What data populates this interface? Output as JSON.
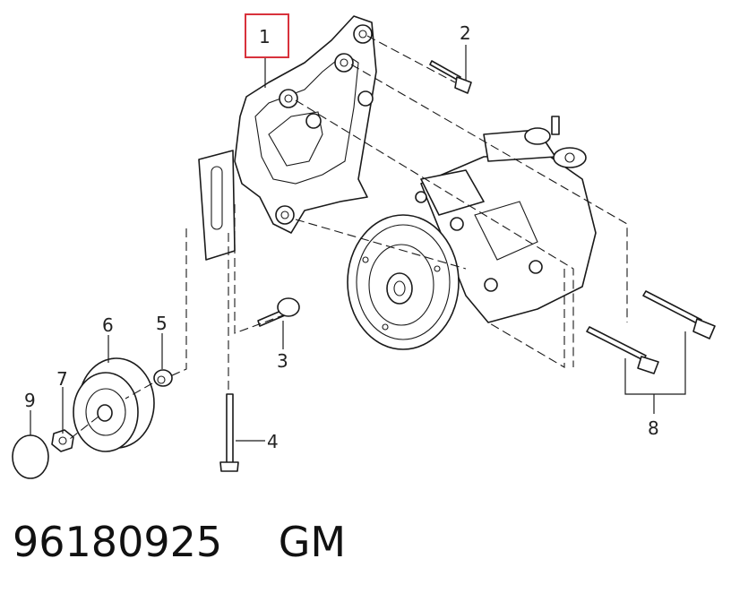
{
  "callouts": [
    {
      "id": "1",
      "label": "1",
      "highlighted": true
    },
    {
      "id": "2",
      "label": "2"
    },
    {
      "id": "3",
      "label": "3"
    },
    {
      "id": "4",
      "label": "4"
    },
    {
      "id": "5",
      "label": "5"
    },
    {
      "id": "6",
      "label": "6"
    },
    {
      "id": "7",
      "label": "7"
    },
    {
      "id": "8",
      "label": "8"
    },
    {
      "id": "9",
      "label": "9"
    }
  ],
  "highlight_color": "#d8323c",
  "footer": {
    "part_number": "96180925",
    "brand": "GM"
  }
}
